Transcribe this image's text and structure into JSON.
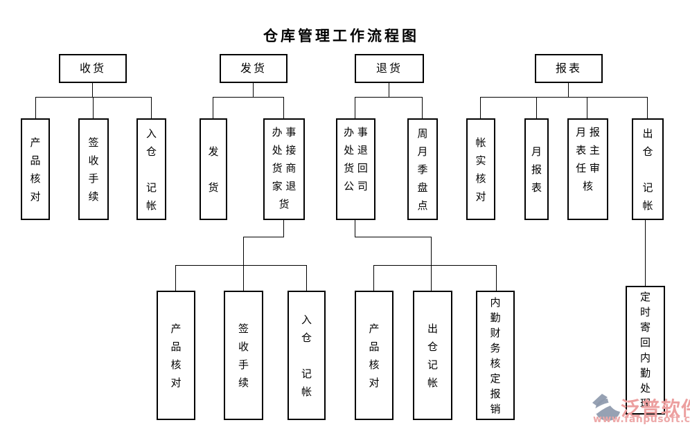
{
  "title": "仓库管理工作流程图",
  "colors": {
    "line": "#000000",
    "title": "#000000",
    "box_border": "#000000",
    "watermark_brand": "#ec9f9f",
    "watermark_url": "#eda8a8",
    "watermark_logo": "#8d99ad"
  },
  "nodes": {
    "receive": "收货",
    "ship": "发货",
    "return": "退货",
    "report": "报表",
    "receive_product_check": "产\n品\n核\n对",
    "receive_sign_procedure": "签\n收\n手\n续",
    "receive_instock_bookkeeping": "入\n仓\n\n记\n帐",
    "ship_dispatch": "发\n\n货",
    "ship_office_receive_merchant_returns": "办 事\n处 接\n货 商\n家 退\n货",
    "return_office_return_to_company": "办 事\n处 退\n货 回\n公 司",
    "return_periodic_stocktake": "周\n月\n季\n盘\n点",
    "report_account_verify": "帐\n实\n核\n对",
    "report_monthly": "月\n报\n表",
    "report_director_review": "月 报\n表 主\n任 审\n核",
    "report_outstock_bookkeeping": "出\n仓\n\n记\n帐",
    "ship_sub_product_check": "产\n品\n核\n对",
    "ship_sub_sign_procedure": "签\n收\n手\n续",
    "ship_sub_instock_bookkeeping": "入\n仓\n\n记\n帐",
    "return_sub_product_check": "产\n品\n核\n对",
    "return_sub_outstock_bookkeeping": "出\n仓\n记\n帐",
    "return_sub_finance_reimburse": "内\n勤\n财\n务\n核\n定\n报\n销",
    "timed_mail_back": "定\n时\n寄\n回\n内\n勤\n处\n理"
  },
  "structure": {
    "收货": [
      "产品核对",
      "签收手续",
      "入仓记帐"
    ],
    "发货": [
      "发货",
      "办事处接货商家退货"
    ],
    "办事处接货商家退货": [
      "产品核对",
      "签收手续",
      "入仓记帐"
    ],
    "退货": [
      "办事处退货回公司",
      "周月季盘点"
    ],
    "办事处退货回公司": [
      "产品核对",
      "出仓记帐",
      "内勤财务核定报销"
    ],
    "报表": [
      "帐实核对",
      "月报表",
      "月报表主任审核",
      "出仓记帐"
    ],
    "出仓记帐": [
      "定时寄回内勤处理"
    ]
  },
  "watermark": {
    "brand": "泛普软件",
    "url": "www.fanpusoft.com"
  }
}
